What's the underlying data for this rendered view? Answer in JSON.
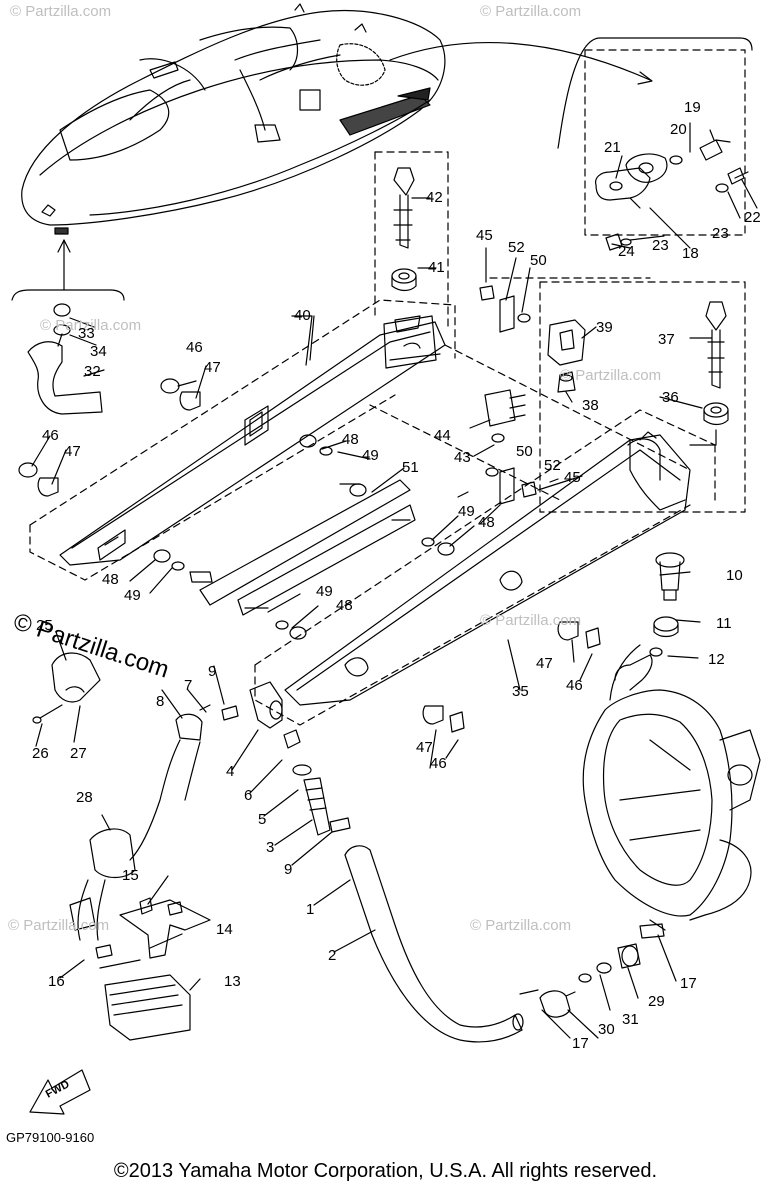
{
  "diagram_code": "GP79100-9160",
  "copyright": "©2013 Yamaha Motor Corporation, U.S.A. All rights reserved.",
  "watermark": "© Partzilla.com",
  "fwd_label": "FWD",
  "callouts": [
    {
      "id": "c1",
      "label": "1"
    },
    {
      "id": "c2",
      "label": "2"
    },
    {
      "id": "c3",
      "label": "3"
    },
    {
      "id": "c4",
      "label": "4"
    },
    {
      "id": "c5",
      "label": "5"
    },
    {
      "id": "c6",
      "label": "6"
    },
    {
      "id": "c7",
      "label": "7"
    },
    {
      "id": "c8",
      "label": "8"
    },
    {
      "id": "c9a",
      "label": "9"
    },
    {
      "id": "c9b",
      "label": "9"
    },
    {
      "id": "c10",
      "label": "10"
    },
    {
      "id": "c11",
      "label": "11"
    },
    {
      "id": "c12",
      "label": "12"
    },
    {
      "id": "c13",
      "label": "13"
    },
    {
      "id": "c14",
      "label": "14"
    },
    {
      "id": "c15",
      "label": "15"
    },
    {
      "id": "c16",
      "label": "16"
    },
    {
      "id": "c17a",
      "label": "17"
    },
    {
      "id": "c17b",
      "label": "17"
    },
    {
      "id": "c18",
      "label": "18"
    },
    {
      "id": "c19",
      "label": "19"
    },
    {
      "id": "c20",
      "label": "20"
    },
    {
      "id": "c21",
      "label": "21"
    },
    {
      "id": "c22",
      "label": "22"
    },
    {
      "id": "c23a",
      "label": "23"
    },
    {
      "id": "c23b",
      "label": "23"
    },
    {
      "id": "c24",
      "label": "24"
    },
    {
      "id": "c25",
      "label": "25"
    },
    {
      "id": "c26",
      "label": "26"
    },
    {
      "id": "c27",
      "label": "27"
    },
    {
      "id": "c28",
      "label": "28"
    },
    {
      "id": "c29",
      "label": "29"
    },
    {
      "id": "c30",
      "label": "30"
    },
    {
      "id": "c31",
      "label": "31"
    },
    {
      "id": "c32",
      "label": "32"
    },
    {
      "id": "c33",
      "label": "33"
    },
    {
      "id": "c34",
      "label": "34"
    },
    {
      "id": "c35",
      "label": "35"
    },
    {
      "id": "c36",
      "label": "36"
    },
    {
      "id": "c37",
      "label": "37"
    },
    {
      "id": "c38",
      "label": "38"
    },
    {
      "id": "c39",
      "label": "39"
    },
    {
      "id": "c40",
      "label": "40"
    },
    {
      "id": "c41",
      "label": "41"
    },
    {
      "id": "c42",
      "label": "42"
    },
    {
      "id": "c43",
      "label": "43"
    },
    {
      "id": "c44",
      "label": "44"
    },
    {
      "id": "c45a",
      "label": "45"
    },
    {
      "id": "c45b",
      "label": "45"
    },
    {
      "id": "c46a",
      "label": "46"
    },
    {
      "id": "c46b",
      "label": "46"
    },
    {
      "id": "c46c",
      "label": "46"
    },
    {
      "id": "c46d",
      "label": "46"
    },
    {
      "id": "c47a",
      "label": "47"
    },
    {
      "id": "c47b",
      "label": "47"
    },
    {
      "id": "c47c",
      "label": "47"
    },
    {
      "id": "c47d",
      "label": "47"
    },
    {
      "id": "c48a",
      "label": "48"
    },
    {
      "id": "c48b",
      "label": "48"
    },
    {
      "id": "c48c",
      "label": "48"
    },
    {
      "id": "c48d",
      "label": "48"
    },
    {
      "id": "c49a",
      "label": "49"
    },
    {
      "id": "c49b",
      "label": "49"
    },
    {
      "id": "c49c",
      "label": "49"
    },
    {
      "id": "c49d",
      "label": "49"
    },
    {
      "id": "c50a",
      "label": "50"
    },
    {
      "id": "c50b",
      "label": "50"
    },
    {
      "id": "c51",
      "label": "51"
    },
    {
      "id": "c52a",
      "label": "52"
    },
    {
      "id": "c52b",
      "label": "52"
    }
  ]
}
